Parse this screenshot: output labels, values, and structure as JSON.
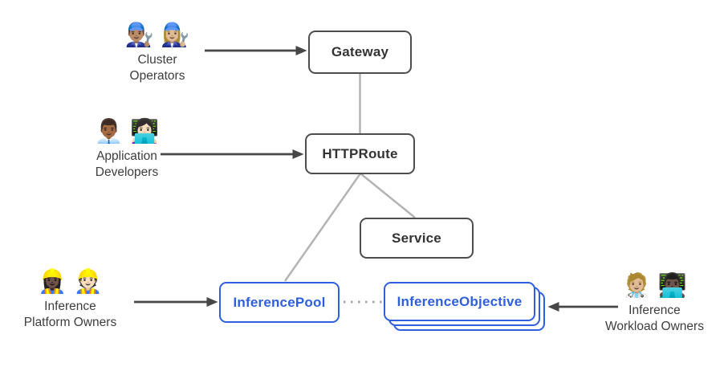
{
  "nodes": {
    "gateway": {
      "label": "Gateway"
    },
    "httproute": {
      "label": "HTTPRoute"
    },
    "service": {
      "label": "Service"
    },
    "inference_pool": {
      "label": "InferencePool"
    },
    "inference_objective": {
      "label": "InferenceObjective"
    }
  },
  "personas": {
    "cluster_operators": {
      "emoji": "👨🏽‍🔧 👩🏼‍🔧",
      "line1": "Cluster",
      "line2": "Operators"
    },
    "application_developers": {
      "emoji": "👨🏾‍💼 👩🏻‍💻",
      "line1": "Application",
      "line2": "Developers"
    },
    "inference_platform_owners": {
      "emoji": "👷🏿‍♀️ 👷🏻",
      "line1": "Inference",
      "line2": "Platform Owners"
    },
    "inference_workload_owners": {
      "emoji": "🧑🏼‍⚕️ 👨🏿‍💻",
      "line1": "Inference",
      "line2": "Workload Owners"
    }
  },
  "edges": [
    {
      "from": "cluster_operators",
      "to": "gateway",
      "style": "solid-arrow"
    },
    {
      "from": "application_developers",
      "to": "httproute",
      "style": "solid-arrow"
    },
    {
      "from": "inference_platform_owners",
      "to": "inference_pool",
      "style": "solid-arrow"
    },
    {
      "from": "inference_workload_owners",
      "to": "inference_objective",
      "style": "solid-arrow"
    },
    {
      "from": "gateway",
      "to": "httproute",
      "style": "gray-line"
    },
    {
      "from": "httproute",
      "to": "inference_pool",
      "style": "gray-line"
    },
    {
      "from": "httproute",
      "to": "service",
      "style": "gray-line"
    },
    {
      "from": "inference_pool",
      "to": "inference_objective",
      "style": "dotted-line"
    }
  ],
  "colors": {
    "dark_box_border": "#4d4d4d",
    "dark_box_text": "#333333",
    "blue_accent": "#2d5fe0",
    "connector_gray": "#b3b3b3",
    "arrow_dark": "#474747",
    "dotted_gray": "#a8a8a8",
    "persona_text": "#3d3d3d",
    "background": "#ffffff"
  }
}
